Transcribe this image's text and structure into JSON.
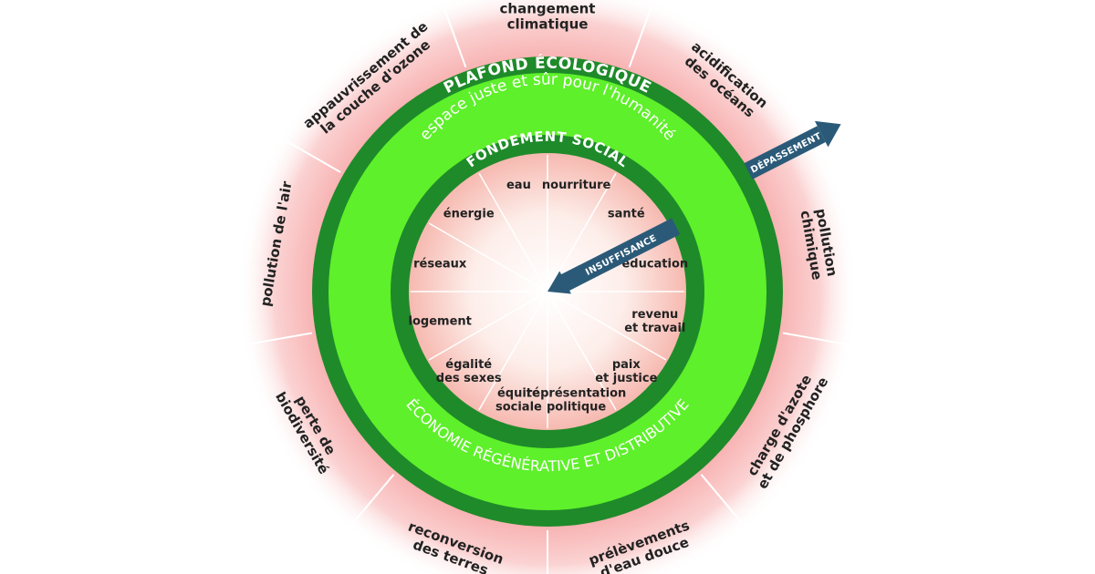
{
  "colors": {
    "ring_dark": "#1f8a2a",
    "ring_light": "#5ef02a",
    "overshoot_pink": "#f4a3a3",
    "inner_glow": "#f7c8c0",
    "arrow": "#2b5a78",
    "text_dark": "#222222"
  },
  "rings": {
    "ecological_ceiling": "PLAFOND ÉCOLOGIQUE",
    "safe_space": "espace juste et sûr pour l'humanité",
    "social_foundation": "FONDEMENT SOCIAL",
    "economy": "ÉCONOMIE RÉGÉNÉRATIVE ET DISTRIBUTIVE"
  },
  "arrows": {
    "overshoot": "DÉPASSEMENT",
    "shortfall": "INSUFFISANCE"
  },
  "ecological_dimensions": [
    {
      "lines": [
        "changement",
        "climatique"
      ]
    },
    {
      "lines": [
        "acidification",
        "des océans"
      ]
    },
    {
      "lines": [
        "pollution",
        "chimique"
      ]
    },
    {
      "lines": [
        "charge d'azote",
        "et de phosphore"
      ]
    },
    {
      "lines": [
        "prélèvements",
        "d'eau douce"
      ]
    },
    {
      "lines": [
        "reconversion",
        "des terres"
      ]
    },
    {
      "lines": [
        "perte de",
        "biodiversité"
      ]
    },
    {
      "lines": [
        "pollution de l'air"
      ]
    },
    {
      "lines": [
        "appauvrissement de",
        "la couche d'ozone"
      ]
    }
  ],
  "social_dimensions": [
    {
      "lines": [
        "nourriture"
      ]
    },
    {
      "lines": [
        "santé"
      ]
    },
    {
      "lines": [
        "éducation"
      ]
    },
    {
      "lines": [
        "revenu",
        "et travail"
      ]
    },
    {
      "lines": [
        "paix",
        "et justice"
      ]
    },
    {
      "lines": [
        "représentation",
        "politique"
      ]
    },
    {
      "lines": [
        "équité",
        "sociale"
      ]
    },
    {
      "lines": [
        "égalité",
        "des sexes"
      ]
    },
    {
      "lines": [
        "logement"
      ]
    },
    {
      "lines": [
        "réseaux"
      ]
    },
    {
      "lines": [
        "énergie"
      ]
    },
    {
      "lines": [
        "eau"
      ]
    }
  ]
}
